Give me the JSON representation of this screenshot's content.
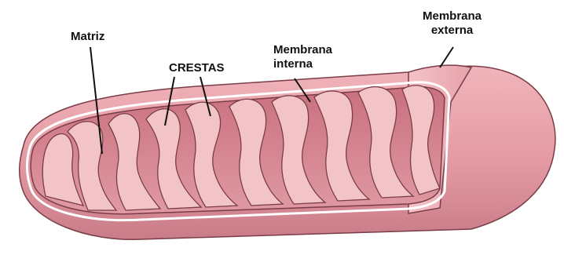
{
  "labels": {
    "matriz": "Matriz",
    "crestas": "CRESTAS",
    "membrana_interna_1": "Membrana",
    "membrana_interna_2": "interna",
    "membrana_externa_1": "Membrana",
    "membrana_externa_2": "externa"
  },
  "colors": {
    "outer_fill": "#e8a0a8",
    "outer_shade": "#c97c88",
    "inner_fill": "#d98a95",
    "crista_fill": "#f2c4c8",
    "line": "#7a3d47",
    "background": "#ffffff"
  }
}
